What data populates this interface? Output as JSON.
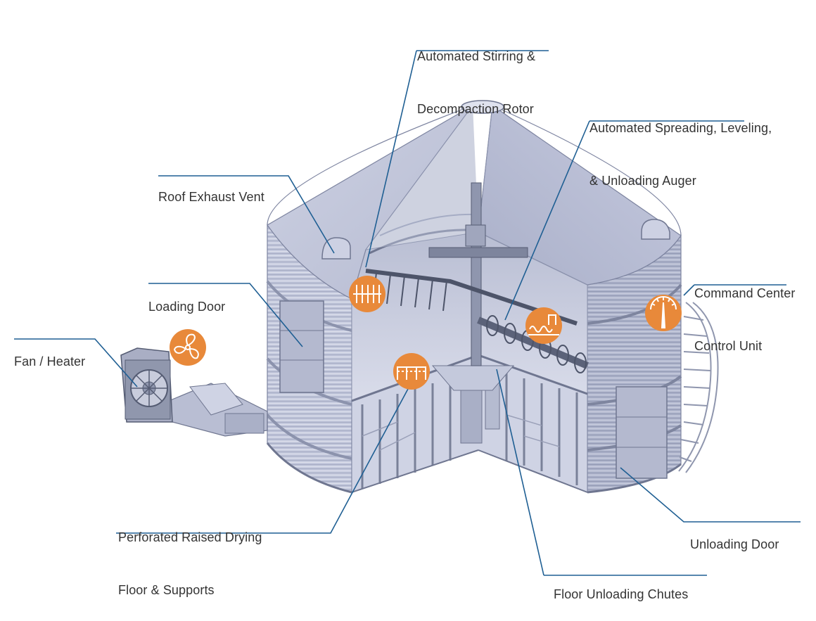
{
  "colors": {
    "leader": "#1f5f93",
    "badge": "#e8893a",
    "steel": "#b7bdd4",
    "steel_dark": "#6f7690",
    "steel_light": "#d8dcea",
    "text": "#333333"
  },
  "labels": {
    "stirring_rotor": [
      "Automated Stirring &",
      "Decompaction Rotor"
    ],
    "spreading_auger": [
      "Automated Spreading, Leveling,",
      "& Unloading Auger"
    ],
    "roof_exhaust_vent": [
      "Roof Exhaust Vent"
    ],
    "command_center": [
      "Command Center",
      "Control Unit"
    ],
    "loading_door": [
      "Loading Door"
    ],
    "fan_heater": [
      "Fan / Heater"
    ],
    "drying_floor": [
      "Perforated Raised Drying",
      "Floor & Supports"
    ],
    "unloading_door": [
      "Unloading Door"
    ],
    "floor_chutes": [
      "Floor Unloading Chutes"
    ]
  },
  "badges": [
    {
      "name": "rotor-badge",
      "icon": "rotor-icon"
    },
    {
      "name": "auger-badge",
      "icon": "auger-icon"
    },
    {
      "name": "control-badge",
      "icon": "gauge-icon"
    },
    {
      "name": "fan-badge",
      "icon": "fan-icon"
    },
    {
      "name": "floor-badge",
      "icon": "floor-icon"
    }
  ]
}
